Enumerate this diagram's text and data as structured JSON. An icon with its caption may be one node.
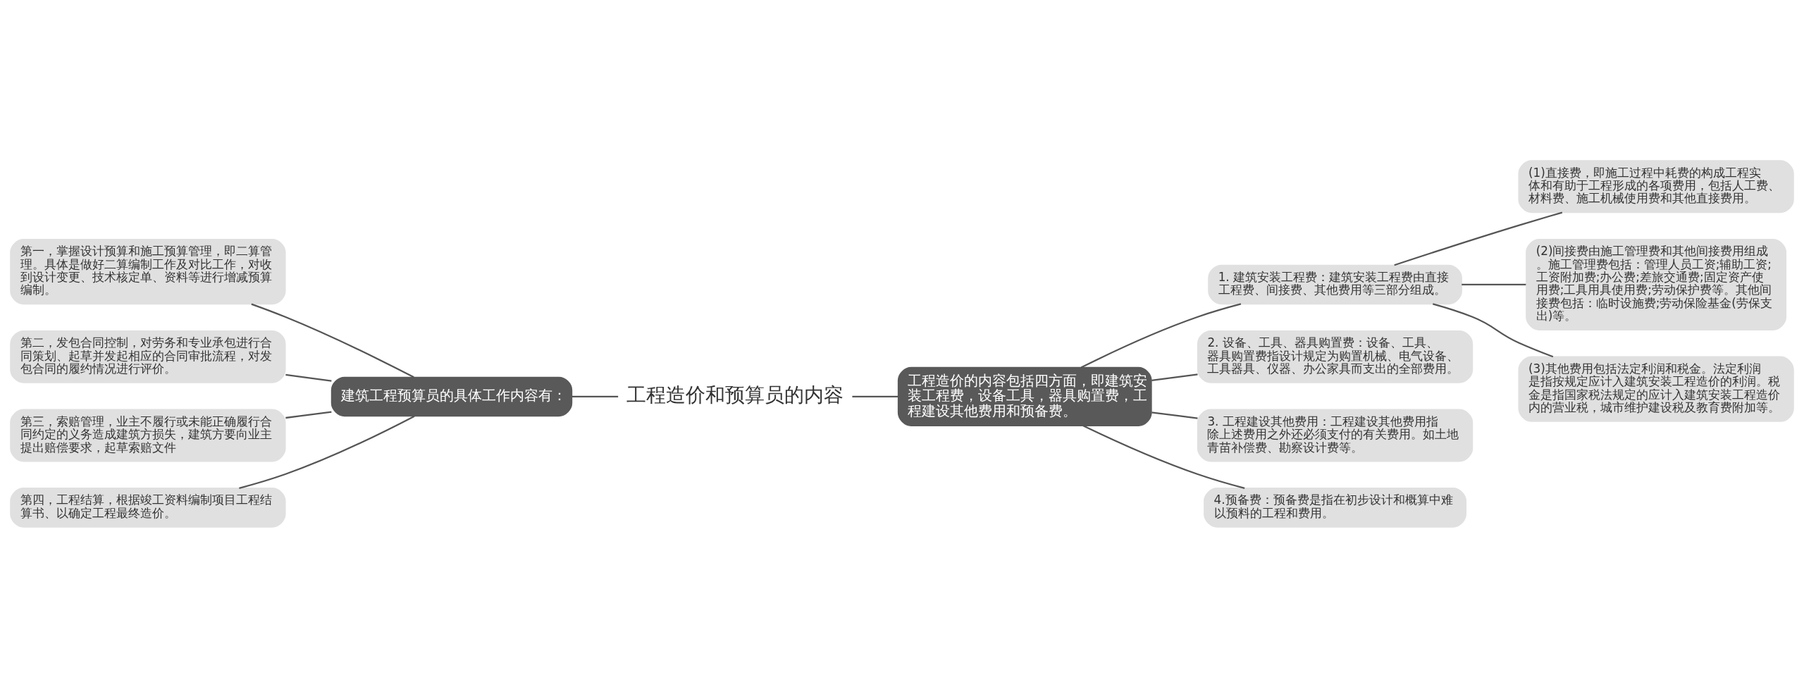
{
  "diagram": {
    "nodes": [
      {
        "text": [
          "工程造价和预算员的内容"
        ]
      },
      {
        "text": [
          "建筑工程预算员的具体工作内容有："
        ]
      },
      {
        "text": [
          "第一，掌握设计预算和施工预算管理，即二算管理。具体是做好二算编制工作及对比工作，对收到设计变更、技术核定单、资料等进行增减预算编制。"
        ]
      },
      {
        "text": [
          "第二，发包合同控制，对劳务和专业承包进行合同策划、起草并发起相应的合同审批流程，对发包合同的履约情况进行评价。"
        ]
      },
      {
        "text": [
          "第三，索赔管理，业主不履行或未能正确履行合同约定的义务造成建筑方损失，建筑方要向业主提出赔偿要求，起草索赔文件"
        ]
      },
      {
        "text": [
          "第四，工程结算，根据竣工资料编制项目工程结算书、以确定工程最终造价。"
        ]
      },
      {
        "text": [
          "工程造价的内容包括四方面，即建筑安装工程费，设备工具，器具购置费，工程建设其他费用和预备费。"
        ]
      },
      {
        "text": [
          "1. 建筑安装工程费：建筑安装工程费由直接工程费、间接费、其他费用等三部分组成。"
        ]
      },
      {
        "text": [
          "(1)直接费，即施工过程中耗费的构成工程实体和有助于工程形成的各项费用，包括人工费、材料费、施工机械使用费和其他直接费用。"
        ]
      },
      {
        "text": [
          "(2)间接费由施工管理费和其他间接费用组成。施工管理费包括：管理人员工资;辅助工资;工资附加费;办公费;差旅交通费;固定资产使用费;工具用具使用费;劳动保护费等。其他间接费包括：临时设施费;劳动保险基金(劳保支出)等。"
        ]
      },
      {
        "text": [
          "(3)其他费用包括法定利润和税金。法定利润是指按规定应计入建筑安装工程造价的利润。税金是指国家税法规定的应计入建筑安装工程造价内的营业税，城市维护建设税及教育费附加等。"
        ]
      },
      {
        "text": [
          "2. 设备、工具、器具购置费：设备、工具、器具购置费指设计规定为购置机械、电气设备、工具器具、仪器、办公家具而支出的全部费用。"
        ]
      },
      {
        "text": [
          "3. 工程建设其他费用：工程建设其他费用指除上述费用之外还必须支付的有关费用。如土地青苗补偿费、勘察设计费等。"
        ]
      },
      {
        "text": [
          "4.预备费：预备费是指在初步设计和概算中难以预料的工程和费用。"
        ]
      }
    ],
    "edges": [
      {
        "from": 0,
        "to": 1,
        "arrow": "none"
      },
      {
        "from": 1,
        "to": 2,
        "arrow": "none"
      },
      {
        "from": 1,
        "to": 3,
        "arrow": "none"
      },
      {
        "from": 1,
        "to": 4,
        "arrow": "none"
      },
      {
        "from": 1,
        "to": 5,
        "arrow": "none"
      },
      {
        "from": 0,
        "to": 6,
        "arrow": "none"
      },
      {
        "from": 6,
        "to": 7,
        "arrow": "none"
      },
      {
        "from": 7,
        "to": 8,
        "arrow": "none"
      },
      {
        "from": 7,
        "to": 9,
        "arrow": "none"
      },
      {
        "from": 7,
        "to": 10,
        "arrow": "none"
      },
      {
        "from": 6,
        "to": 11,
        "arrow": "none"
      },
      {
        "from": 6,
        "to": 12,
        "arrow": "none"
      },
      {
        "from": 6,
        "to": 13,
        "arrow": "none"
      }
    ]
  }
}
